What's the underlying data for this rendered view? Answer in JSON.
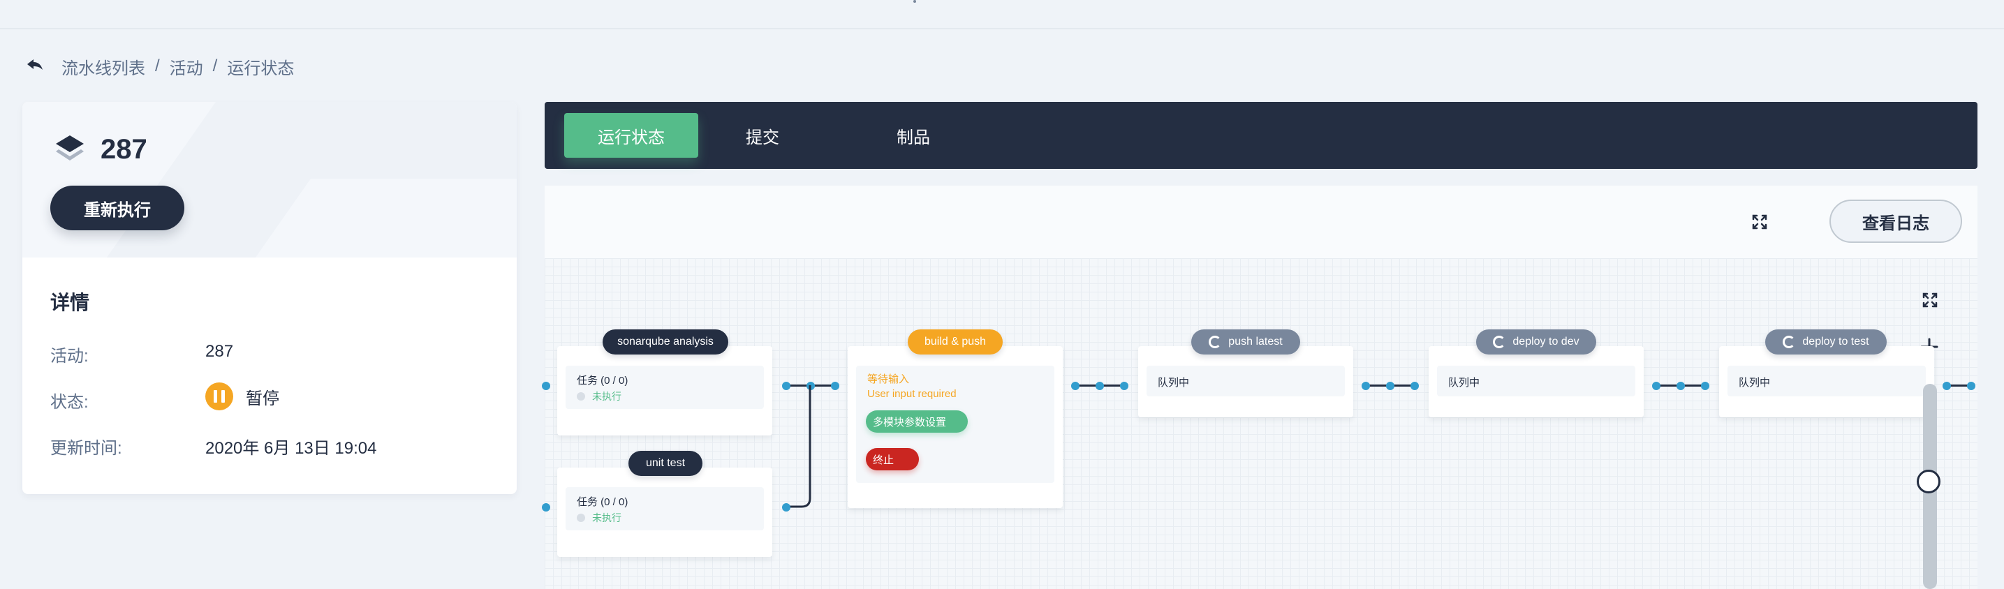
{
  "breadcrumb": [
    "流水线列表",
    "活动",
    "运行状态"
  ],
  "breadcrumb_sep": "/",
  "run": {
    "number": "287",
    "rerun_label": "重新执行"
  },
  "details": {
    "title": "详情",
    "rows": [
      {
        "label": "活动:",
        "value": "287"
      },
      {
        "label": "状态:",
        "value": "暂停"
      },
      {
        "label": "更新时间:",
        "value": "2020年 6月 13日 19:04"
      }
    ]
  },
  "tabs": [
    {
      "label": "运行状态",
      "active": true
    },
    {
      "label": "提交",
      "active": false
    },
    {
      "label": "制品",
      "active": false
    }
  ],
  "toolbar": {
    "view_log_label": "查看日志"
  },
  "pipeline": {
    "stages": [
      {
        "title": "sonarqube analysis",
        "style": "dark",
        "task": "任务 (0 / 0)",
        "status": "未执行"
      },
      {
        "title": "unit test",
        "style": "dark",
        "task": "任务 (0 / 0)",
        "status": "未执行"
      },
      {
        "title": "build & push",
        "style": "orange",
        "wait": "等待输入",
        "wait_sub": "User input required",
        "proceed_label": "多模块参数设置",
        "abort_label": "终止"
      },
      {
        "title": "push latest",
        "style": "grey",
        "queue": "队列中"
      },
      {
        "title": "deploy to dev",
        "style": "grey",
        "queue": "队列中"
      },
      {
        "title": "deploy to test",
        "style": "grey",
        "queue": "队列中"
      }
    ]
  },
  "colors": {
    "primary": "#242e42",
    "success": "#55bc8a",
    "warning": "#f5a623",
    "danger": "#ca2621",
    "link": "#329dce"
  },
  "icons": [
    "back-arrow-icon",
    "layers-icon",
    "expand-icon",
    "plus-icon",
    "spinner-icon",
    "pause-icon"
  ]
}
